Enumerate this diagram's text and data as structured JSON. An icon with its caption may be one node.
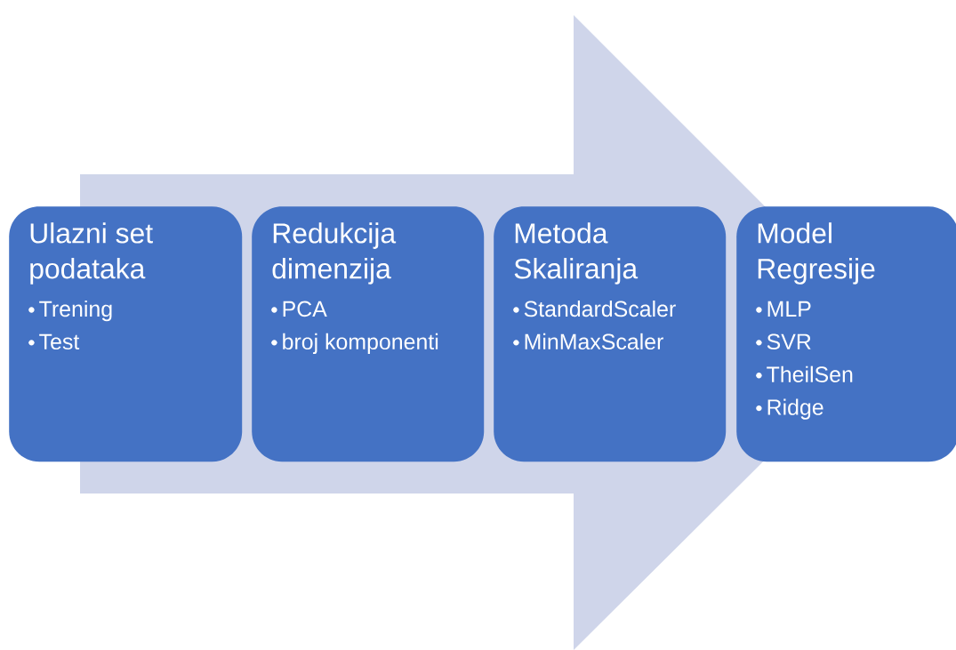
{
  "diagram": {
    "nodes": [
      {
        "text": [
          "Ulazni set podataka",
          "Trening",
          "Test"
        ]
      },
      {
        "text": [
          "Redukcija dimenzija",
          "PCA",
          "broj komponenti"
        ]
      },
      {
        "text": [
          "Metoda Skaliranja",
          "StandardScaler",
          "MinMaxScaler"
        ]
      },
      {
        "text": [
          "Model Regresije",
          "MLP",
          "SVR",
          "TheilSen",
          "Ridge"
        ]
      }
    ],
    "edges": [
      {
        "from": 0,
        "to": 3,
        "arrow": "to"
      }
    ]
  }
}
